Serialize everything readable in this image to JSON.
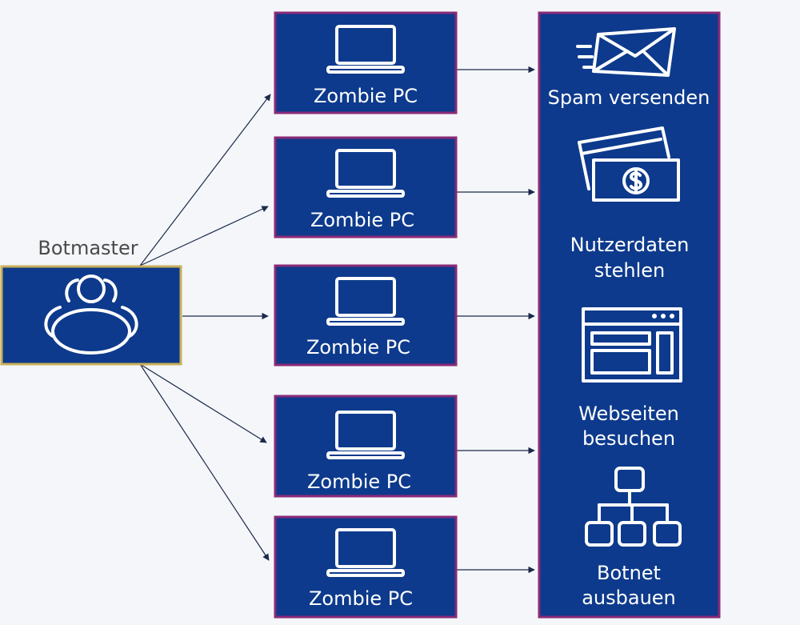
{
  "botmaster": {
    "label": "Botmaster"
  },
  "zombies": [
    {
      "label": "Zombie PC"
    },
    {
      "label": "Zombie PC"
    },
    {
      "label": "Zombie PC"
    },
    {
      "label": "Zombie PC"
    },
    {
      "label": "Zombie PC"
    }
  ],
  "actions": [
    {
      "lines": [
        "Spam versenden"
      ],
      "icon": "mail-icon"
    },
    {
      "lines": [
        "Nutzerdaten",
        "stehlen"
      ],
      "icon": "credit-card-money-icon"
    },
    {
      "lines": [
        "Webseiten",
        "besuchen"
      ],
      "icon": "browser-window-icon"
    },
    {
      "lines": [
        "Botnet",
        "ausbauen"
      ],
      "icon": "network-hierarchy-icon"
    }
  ],
  "colors": {
    "box_fill": "#0d3a8c",
    "zombie_border": "#8a2a78",
    "botmaster_border": "#c9b05a",
    "background": "#f4f6f9",
    "edge": "#1b2a4a"
  }
}
